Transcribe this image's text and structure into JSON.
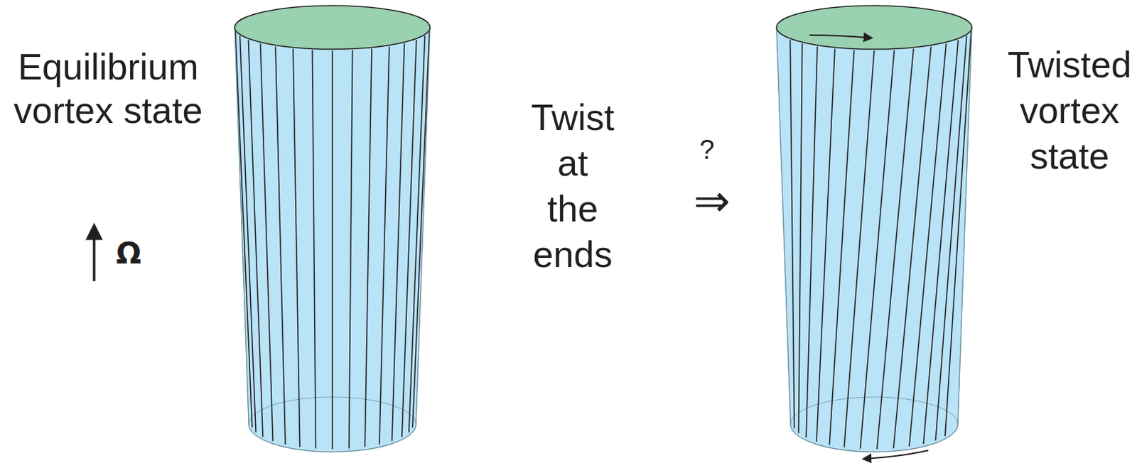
{
  "diagram": {
    "labels": [
      "Equilibrium vortex state",
      "Ω",
      "Twist at the ends",
      "?",
      "⇒",
      "Twisted vortex state"
    ]
  }
}
